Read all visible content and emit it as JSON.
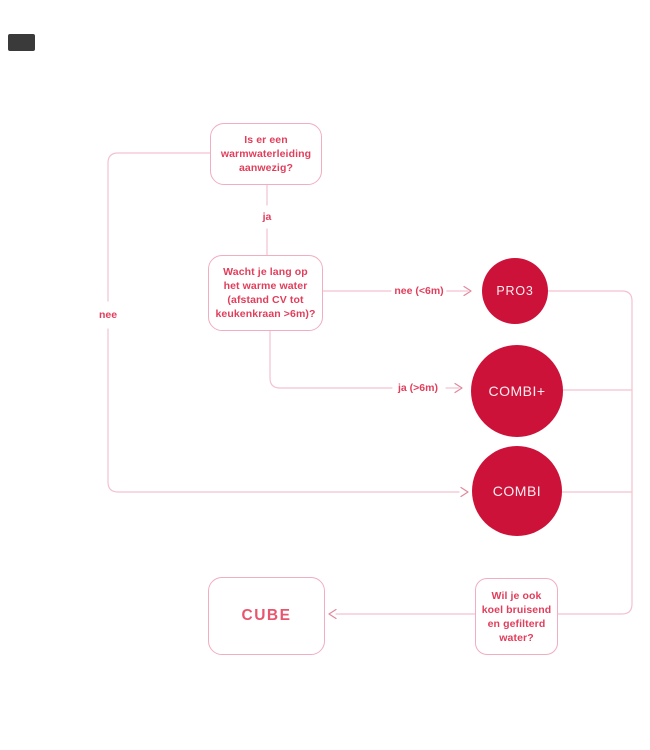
{
  "page": {
    "background": "#ffffff",
    "top_left_marker_color": "#3a3a3a"
  },
  "colors": {
    "product_red": "#cd1239",
    "text_red": "#e03e5b",
    "cube_text_red": "#e8566e",
    "line_pink": "#f3c2cf",
    "arrow_pink": "#e3879d",
    "box_border_pink": "#f0aec0",
    "circle_label_color": "#f9edf0"
  },
  "flowchart": {
    "questions": {
      "q1": "Is er een\nwarmwaterleiding\naanwezig?",
      "q2": "Wacht je lang op\nhet warme water\n(afstand CV tot\nkeukenkraan >6m)?",
      "q3": "Wil je ook\nkoel bruisend\nen gefilterd\nwater?"
    },
    "edge_labels": {
      "ja": "ja",
      "nee": "nee",
      "nee_6m": "nee (<6m)",
      "ja_6m": "ja (>6m)"
    },
    "products": {
      "pro3": "PRO3",
      "combi_plus": "COMBI+",
      "combi": "COMBI",
      "cube": "CUBE"
    }
  }
}
